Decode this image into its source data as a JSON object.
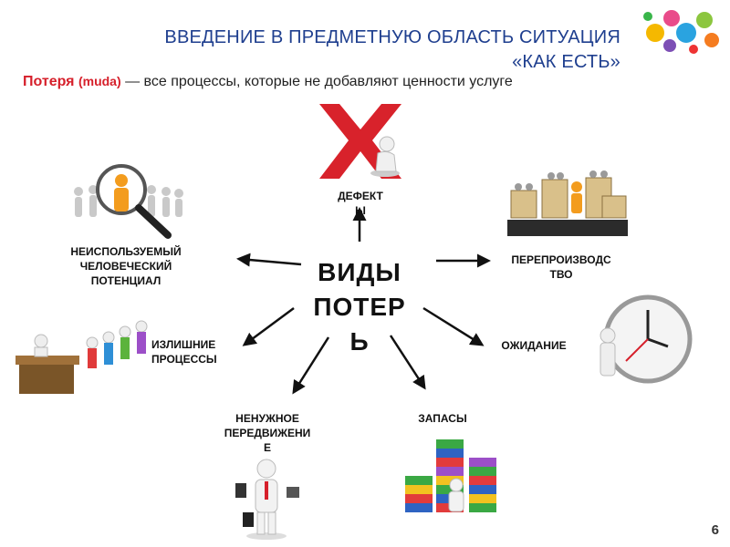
{
  "header": {
    "title_line1": "ВВЕДЕНИЕ В ПРЕДМЕТНУЮ ОБЛАСТЬ СИТУАЦИЯ",
    "title_line2": "«КАК ЕСТЬ»"
  },
  "definition": {
    "term": "Потеря",
    "term_en": "(muda)",
    "text": " — все процессы, которые не добавляют ценности услуге"
  },
  "diagram": {
    "center_line1": "ВИДЫ",
    "center_line2": "ПОТЕР",
    "center_line3": "Ь",
    "nodes": {
      "defects_line1": "ДЕФЕКТ",
      "defects_line2": "Ы",
      "human_line1": "НЕИСПОЛЬЗУЕМЫЙ",
      "human_line2": "ЧЕЛОВЕЧЕСКИЙ",
      "human_line3": "ПОТЕНЦИАЛ",
      "overprod_line1": "ПЕРЕПРОИЗВОДС",
      "overprod_line2": "ТВО",
      "processes_line1": "ИЗЛИШНИЕ",
      "processes_line2": "ПРОЦЕССЫ",
      "waiting": "ОЖИДАНИЕ",
      "motion_line1": "НЕНУЖНОЕ",
      "motion_line2": "ПЕРЕДВИЖЕНИ",
      "motion_line3": "Е",
      "inventory": "ЗАПАСЫ"
    }
  },
  "footer": {
    "page_number": "6"
  },
  "colors": {
    "title": "#1f3f8f",
    "accent_red": "#d6202b",
    "text": "#111111"
  }
}
